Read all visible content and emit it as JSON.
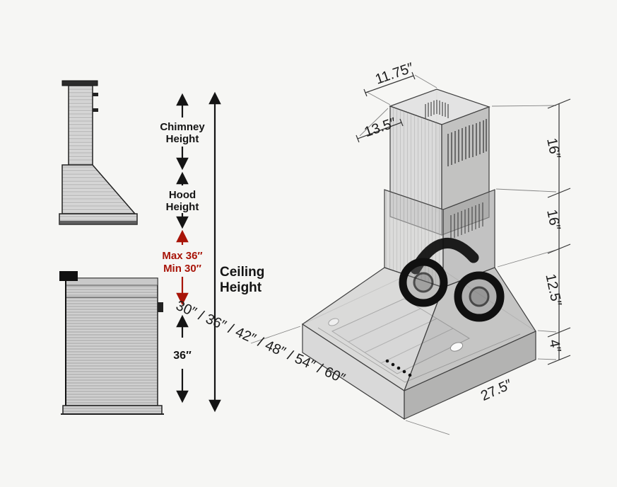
{
  "page": {
    "background": "#f6f6f4"
  },
  "colors": {
    "red": "#a81408",
    "ink": "#141414",
    "line": "#2a2a2a"
  },
  "left_diagram": {
    "chimney_height": {
      "line1": "Chimney",
      "line2": "Height"
    },
    "hood_height": {
      "line1": "Hood",
      "line2": "Height"
    },
    "max_label": "Max 36″",
    "min_label": "Min 30″",
    "ceiling": {
      "line1": "Ceiling",
      "line2": "Height"
    },
    "range_to_hood": "36″"
  },
  "right_diagram": {
    "chimney_top_depth": "11.75″",
    "chimney_top_width": "13.5″",
    "upper_chimney_height": "16″",
    "lower_chimney_height": "16″",
    "hood_body_height": "12.5″",
    "hood_lip_height": "4″",
    "hood_depth": "27.5″",
    "hood_width_options_label": "30″ / 36″ / 42″ / 48″ / 54″ / 60″",
    "hood_width_options": [
      "30″",
      "36″",
      "42″",
      "48″",
      "54″",
      "60″"
    ]
  }
}
